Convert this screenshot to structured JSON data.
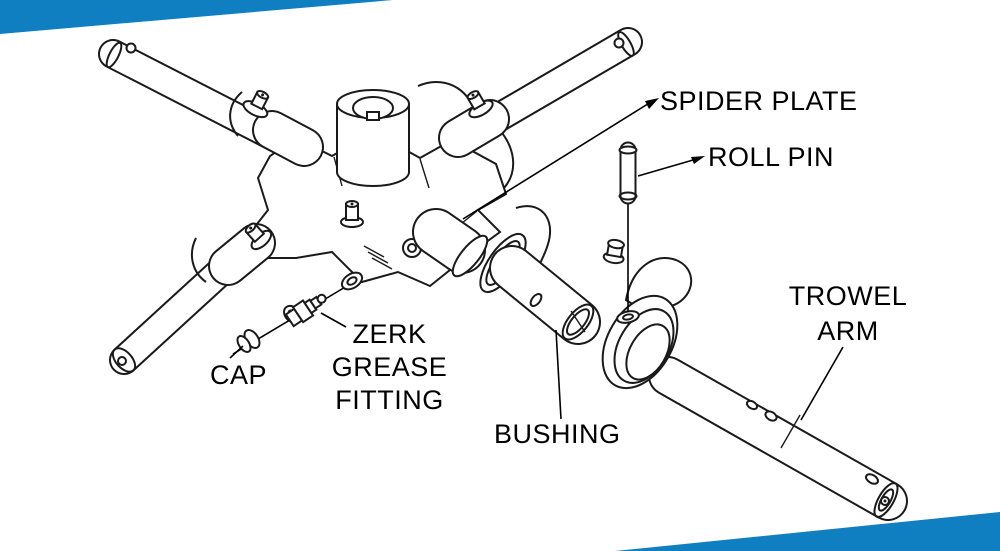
{
  "colors": {
    "accent_blue": "#0f7fc2",
    "line": "#1a1a1a",
    "label_text": "#000000",
    "background": "#ffffff"
  },
  "diagram": {
    "kind": "exploded-parts-diagram",
    "subject": "trowel spider assembly",
    "labels": {
      "spider_plate": "SPIDER PLATE",
      "roll_pin": "ROLL PIN",
      "trowel_line1": "TROWEL",
      "trowel_line2": "ARM",
      "bushing": "BUSHING",
      "zerk_line1": "ZERK",
      "zerk_line2": "GREASE",
      "zerk_line3": "FITTING",
      "cap": "CAP"
    }
  }
}
